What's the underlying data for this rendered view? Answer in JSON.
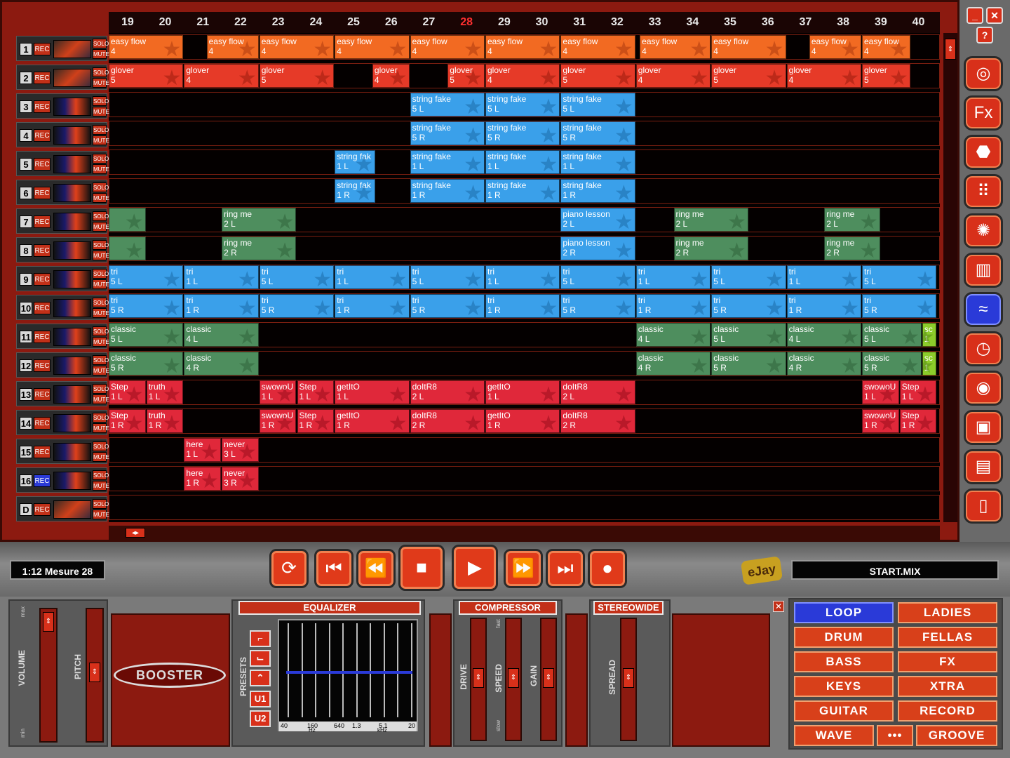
{
  "timeline": {
    "beats": [
      "19",
      "20",
      "21",
      "22",
      "23",
      "24",
      "25",
      "26",
      "27",
      "28",
      "29",
      "30",
      "31",
      "32",
      "33",
      "34",
      "35",
      "36",
      "37",
      "38",
      "39",
      "40"
    ],
    "current": "28"
  },
  "tracks": [
    {
      "num": "1",
      "rec": "REC",
      "solo": "SOLO",
      "mute": "MUTE",
      "rec_on": false
    },
    {
      "num": "2",
      "rec": "REC",
      "solo": "SOLO",
      "mute": "MUTE",
      "rec_on": false
    },
    {
      "num": "3",
      "rec": "REC",
      "solo": "SOLO",
      "mute": "MUTE",
      "rec_on": false
    },
    {
      "num": "4",
      "rec": "REC",
      "solo": "SOLO",
      "mute": "MUTE",
      "rec_on": false
    },
    {
      "num": "5",
      "rec": "REC",
      "solo": "SOLO",
      "mute": "MUTE",
      "rec_on": false
    },
    {
      "num": "6",
      "rec": "REC",
      "solo": "SOLO",
      "mute": "MUTE",
      "rec_on": false
    },
    {
      "num": "7",
      "rec": "REC",
      "solo": "SOLO",
      "mute": "MUTE",
      "rec_on": false
    },
    {
      "num": "8",
      "rec": "REC",
      "solo": "SOLO",
      "mute": "MUTE",
      "rec_on": false
    },
    {
      "num": "9",
      "rec": "REC",
      "solo": "SOLO",
      "mute": "MUTE",
      "rec_on": false
    },
    {
      "num": "10",
      "rec": "REC",
      "solo": "SOLO",
      "mute": "MUTE",
      "rec_on": false
    },
    {
      "num": "11",
      "rec": "REC",
      "solo": "SOLO",
      "mute": "MUTE",
      "rec_on": false
    },
    {
      "num": "12",
      "rec": "REC",
      "solo": "SOLO",
      "mute": "MUTE",
      "rec_on": false
    },
    {
      "num": "13",
      "rec": "REC",
      "solo": "SOLO",
      "mute": "MUTE",
      "rec_on": false
    },
    {
      "num": "14",
      "rec": "REC",
      "solo": "SOLO",
      "mute": "MUTE",
      "rec_on": false
    },
    {
      "num": "15",
      "rec": "REC",
      "solo": "SOLO",
      "mute": "MUTE",
      "rec_on": false
    },
    {
      "num": "16",
      "rec": "REC",
      "solo": "SOLO",
      "mute": "MUTE",
      "rec_on": true
    },
    {
      "num": "D",
      "rec": "REC",
      "solo": "SOLO",
      "mute": "MUTE",
      "rec_on": false
    }
  ],
  "clips": [
    {
      "track": 0,
      "start": 0,
      "len": 2,
      "name": "easy flow",
      "sub": "4",
      "color": "orange"
    },
    {
      "track": 0,
      "start": 2.6,
      "len": 1.4,
      "name": "easy flow",
      "sub": "4",
      "color": "orange"
    },
    {
      "track": 0,
      "start": 4,
      "len": 2,
      "name": "easy flow",
      "sub": "4",
      "color": "orange"
    },
    {
      "track": 0,
      "start": 6,
      "len": 2,
      "name": "easy flow",
      "sub": "4",
      "color": "orange"
    },
    {
      "track": 0,
      "start": 8,
      "len": 2,
      "name": "easy flow",
      "sub": "4",
      "color": "orange"
    },
    {
      "track": 0,
      "start": 10,
      "len": 2,
      "name": "easy flow",
      "sub": "4",
      "color": "orange"
    },
    {
      "track": 0,
      "start": 12,
      "len": 2,
      "name": "easy flow",
      "sub": "4",
      "color": "orange"
    },
    {
      "track": 0,
      "start": 14.1,
      "len": 1.9,
      "name": "easy flow",
      "sub": "4",
      "color": "orange"
    },
    {
      "track": 0,
      "start": 16,
      "len": 2,
      "name": "easy flow",
      "sub": "4",
      "color": "orange"
    },
    {
      "track": 0,
      "start": 18.6,
      "len": 1.4,
      "name": "easy flow",
      "sub": "4",
      "color": "orange"
    },
    {
      "track": 0,
      "start": 20,
      "len": 1.3,
      "name": "easy flow",
      "sub": "4",
      "color": "orange"
    },
    {
      "track": 1,
      "start": 0,
      "len": 2,
      "name": "glover",
      "sub": "5",
      "color": "red"
    },
    {
      "track": 1,
      "start": 2,
      "len": 2,
      "name": "glover",
      "sub": "4",
      "color": "red"
    },
    {
      "track": 1,
      "start": 4,
      "len": 2,
      "name": "glover",
      "sub": "5",
      "color": "red"
    },
    {
      "track": 1,
      "start": 7,
      "len": 1,
      "name": "glover",
      "sub": "4",
      "color": "red"
    },
    {
      "track": 1,
      "start": 9,
      "len": 1,
      "name": "glover",
      "sub": "5",
      "color": "red"
    },
    {
      "track": 1,
      "start": 10,
      "len": 2,
      "name": "glover",
      "sub": "4",
      "color": "red"
    },
    {
      "track": 1,
      "start": 12,
      "len": 2,
      "name": "glover",
      "sub": "5",
      "color": "red"
    },
    {
      "track": 1,
      "start": 14,
      "len": 2,
      "name": "glover",
      "sub": "4",
      "color": "red"
    },
    {
      "track": 1,
      "start": 16,
      "len": 2,
      "name": "glover",
      "sub": "5",
      "color": "red"
    },
    {
      "track": 1,
      "start": 18,
      "len": 2,
      "name": "glover",
      "sub": "4",
      "color": "red"
    },
    {
      "track": 1,
      "start": 20,
      "len": 1.3,
      "name": "glover",
      "sub": "5",
      "color": "red"
    },
    {
      "track": 2,
      "start": 8,
      "len": 2,
      "name": "string fake",
      "sub": "5 L",
      "color": "blue"
    },
    {
      "track": 2,
      "start": 10,
      "len": 2,
      "name": "string fake",
      "sub": "5 L",
      "color": "blue"
    },
    {
      "track": 2,
      "start": 12,
      "len": 2,
      "name": "string fake",
      "sub": "5 L",
      "color": "blue"
    },
    {
      "track": 3,
      "start": 8,
      "len": 2,
      "name": "string fake",
      "sub": "5 R",
      "color": "blue"
    },
    {
      "track": 3,
      "start": 10,
      "len": 2,
      "name": "string fake",
      "sub": "5 R",
      "color": "blue"
    },
    {
      "track": 3,
      "start": 12,
      "len": 2,
      "name": "string fake",
      "sub": "5 R",
      "color": "blue"
    },
    {
      "track": 4,
      "start": 6,
      "len": 1.1,
      "name": "string fak",
      "sub": "1 L",
      "color": "blue"
    },
    {
      "track": 4,
      "start": 8,
      "len": 2,
      "name": "string fake",
      "sub": "1 L",
      "color": "blue"
    },
    {
      "track": 4,
      "start": 10,
      "len": 2,
      "name": "string fake",
      "sub": "1 L",
      "color": "blue"
    },
    {
      "track": 4,
      "start": 12,
      "len": 2,
      "name": "string fake",
      "sub": "1 L",
      "color": "blue"
    },
    {
      "track": 5,
      "start": 6,
      "len": 1.1,
      "name": "string fak",
      "sub": "1 R",
      "color": "blue"
    },
    {
      "track": 5,
      "start": 8,
      "len": 2,
      "name": "string fake",
      "sub": "1 R",
      "color": "blue"
    },
    {
      "track": 5,
      "start": 10,
      "len": 2,
      "name": "string fake",
      "sub": "1 R",
      "color": "blue"
    },
    {
      "track": 5,
      "start": 12,
      "len": 2,
      "name": "string fake",
      "sub": "1 R",
      "color": "blue"
    },
    {
      "track": 6,
      "start": 0,
      "len": 1,
      "name": "",
      "sub": "",
      "color": "green"
    },
    {
      "track": 6,
      "start": 3,
      "len": 2,
      "name": "ring me",
      "sub": "2 L",
      "color": "green"
    },
    {
      "track": 6,
      "start": 12,
      "len": 2,
      "name": "piano lesson",
      "sub": "2 L",
      "color": "blue"
    },
    {
      "track": 6,
      "start": 15,
      "len": 2,
      "name": "ring me",
      "sub": "2 L",
      "color": "green"
    },
    {
      "track": 6,
      "start": 19,
      "len": 1.5,
      "name": "ring me",
      "sub": "2 L",
      "color": "green"
    },
    {
      "track": 7,
      "start": 0,
      "len": 1,
      "name": "",
      "sub": "",
      "color": "green"
    },
    {
      "track": 7,
      "start": 3,
      "len": 2,
      "name": "ring me",
      "sub": "2 R",
      "color": "green"
    },
    {
      "track": 7,
      "start": 12,
      "len": 2,
      "name": "piano lesson",
      "sub": "2 R",
      "color": "blue"
    },
    {
      "track": 7,
      "start": 15,
      "len": 2,
      "name": "ring me",
      "sub": "2 R",
      "color": "green"
    },
    {
      "track": 7,
      "start": 19,
      "len": 1.5,
      "name": "ring me",
      "sub": "2 R",
      "color": "green"
    },
    {
      "track": 8,
      "start": 0,
      "len": 2,
      "name": "tri",
      "sub": "5 L",
      "color": "blue"
    },
    {
      "track": 8,
      "start": 2,
      "len": 2,
      "name": "tri",
      "sub": "1 L",
      "color": "blue"
    },
    {
      "track": 8,
      "start": 4,
      "len": 2,
      "name": "tri",
      "sub": "5 L",
      "color": "blue"
    },
    {
      "track": 8,
      "start": 6,
      "len": 2,
      "name": "tri",
      "sub": "1 L",
      "color": "blue"
    },
    {
      "track": 8,
      "start": 8,
      "len": 2,
      "name": "tri",
      "sub": "5 L",
      "color": "blue"
    },
    {
      "track": 8,
      "start": 10,
      "len": 2,
      "name": "tri",
      "sub": "1 L",
      "color": "blue"
    },
    {
      "track": 8,
      "start": 12,
      "len": 2,
      "name": "tri",
      "sub": "5 L",
      "color": "blue"
    },
    {
      "track": 8,
      "start": 14,
      "len": 2,
      "name": "tri",
      "sub": "1 L",
      "color": "blue"
    },
    {
      "track": 8,
      "start": 16,
      "len": 2,
      "name": "tri",
      "sub": "5 L",
      "color": "blue"
    },
    {
      "track": 8,
      "start": 18,
      "len": 2,
      "name": "tri",
      "sub": "1 L",
      "color": "blue"
    },
    {
      "track": 8,
      "start": 20,
      "len": 2,
      "name": "tri",
      "sub": "5 L",
      "color": "blue"
    },
    {
      "track": 9,
      "start": 0,
      "len": 2,
      "name": "tri",
      "sub": "5 R",
      "color": "blue"
    },
    {
      "track": 9,
      "start": 2,
      "len": 2,
      "name": "tri",
      "sub": "1 R",
      "color": "blue"
    },
    {
      "track": 9,
      "start": 4,
      "len": 2,
      "name": "tri",
      "sub": "5 R",
      "color": "blue"
    },
    {
      "track": 9,
      "start": 6,
      "len": 2,
      "name": "tri",
      "sub": "1 R",
      "color": "blue"
    },
    {
      "track": 9,
      "start": 8,
      "len": 2,
      "name": "tri",
      "sub": "5 R",
      "color": "blue"
    },
    {
      "track": 9,
      "start": 10,
      "len": 2,
      "name": "tri",
      "sub": "1 R",
      "color": "blue"
    },
    {
      "track": 9,
      "start": 12,
      "len": 2,
      "name": "tri",
      "sub": "5 R",
      "color": "blue"
    },
    {
      "track": 9,
      "start": 14,
      "len": 2,
      "name": "tri",
      "sub": "1 R",
      "color": "blue"
    },
    {
      "track": 9,
      "start": 16,
      "len": 2,
      "name": "tri",
      "sub": "5 R",
      "color": "blue"
    },
    {
      "track": 9,
      "start": 18,
      "len": 2,
      "name": "tri",
      "sub": "1 R",
      "color": "blue"
    },
    {
      "track": 9,
      "start": 20,
      "len": 2,
      "name": "tri",
      "sub": "5 R",
      "color": "blue"
    },
    {
      "track": 10,
      "start": 0,
      "len": 2,
      "name": "classic",
      "sub": "5 L",
      "color": "green"
    },
    {
      "track": 10,
      "start": 2,
      "len": 2,
      "name": "classic",
      "sub": "4 L",
      "color": "green"
    },
    {
      "track": 10,
      "start": 14,
      "len": 2,
      "name": "classic",
      "sub": "4 L",
      "color": "green"
    },
    {
      "track": 10,
      "start": 16,
      "len": 2,
      "name": "classic",
      "sub": "5 L",
      "color": "green"
    },
    {
      "track": 10,
      "start": 18,
      "len": 2,
      "name": "classic",
      "sub": "4 L",
      "color": "green"
    },
    {
      "track": 10,
      "start": 20,
      "len": 1.6,
      "name": "classic",
      "sub": "5 L",
      "color": "green"
    },
    {
      "track": 10,
      "start": 21.6,
      "len": 0.4,
      "name": "sc",
      "sub": "1",
      "color": "lime"
    },
    {
      "track": 11,
      "start": 0,
      "len": 2,
      "name": "classic",
      "sub": "5 R",
      "color": "green"
    },
    {
      "track": 11,
      "start": 2,
      "len": 2,
      "name": "classic",
      "sub": "4 R",
      "color": "green"
    },
    {
      "track": 11,
      "start": 14,
      "len": 2,
      "name": "classic",
      "sub": "4 R",
      "color": "green"
    },
    {
      "track": 11,
      "start": 16,
      "len": 2,
      "name": "classic",
      "sub": "5 R",
      "color": "green"
    },
    {
      "track": 11,
      "start": 18,
      "len": 2,
      "name": "classic",
      "sub": "4 R",
      "color": "green"
    },
    {
      "track": 11,
      "start": 20,
      "len": 1.6,
      "name": "classic",
      "sub": "5 R",
      "color": "green"
    },
    {
      "track": 11,
      "start": 21.6,
      "len": 0.4,
      "name": "sc",
      "sub": "1",
      "color": "lime"
    },
    {
      "track": 12,
      "start": 0,
      "len": 1,
      "name": "Step",
      "sub": "1 L",
      "color": "crim"
    },
    {
      "track": 12,
      "start": 1,
      "len": 1,
      "name": "truth",
      "sub": "1 L",
      "color": "crim"
    },
    {
      "track": 12,
      "start": 4,
      "len": 1,
      "name": "swowoU",
      "sub": "1 L",
      "color": "crim"
    },
    {
      "track": 12,
      "start": 5,
      "len": 1,
      "name": "Step",
      "sub": "1 L",
      "color": "crim"
    },
    {
      "track": 12,
      "start": 6,
      "len": 2,
      "name": "getItO",
      "sub": "1 L",
      "color": "crim"
    },
    {
      "track": 12,
      "start": 8,
      "len": 2,
      "name": "doItR8",
      "sub": "2 L",
      "color": "crim"
    },
    {
      "track": 12,
      "start": 10,
      "len": 2,
      "name": "getItO",
      "sub": "1 L",
      "color": "crim"
    },
    {
      "track": 12,
      "start": 12,
      "len": 2,
      "name": "doItR8",
      "sub": "2 L",
      "color": "crim"
    },
    {
      "track": 12,
      "start": 20,
      "len": 1,
      "name": "swowoU",
      "sub": "1 L",
      "color": "crim"
    },
    {
      "track": 12,
      "start": 21,
      "len": 1,
      "name": "Step",
      "sub": "1 L",
      "color": "crim"
    },
    {
      "track": 13,
      "start": 0,
      "len": 1,
      "name": "Step",
      "sub": "1 R",
      "color": "crim"
    },
    {
      "track": 13,
      "start": 1,
      "len": 1,
      "name": "truth",
      "sub": "1 R",
      "color": "crim"
    },
    {
      "track": 13,
      "start": 4,
      "len": 1,
      "name": "swowoU",
      "sub": "1 R",
      "color": "crim"
    },
    {
      "track": 13,
      "start": 5,
      "len": 1,
      "name": "Step",
      "sub": "1 R",
      "color": "crim"
    },
    {
      "track": 13,
      "start": 6,
      "len": 2,
      "name": "getItO",
      "sub": "1 R",
      "color": "crim"
    },
    {
      "track": 13,
      "start": 8,
      "len": 2,
      "name": "doItR8",
      "sub": "2 R",
      "color": "crim"
    },
    {
      "track": 13,
      "start": 10,
      "len": 2,
      "name": "getItO",
      "sub": "1 R",
      "color": "crim"
    },
    {
      "track": 13,
      "start": 12,
      "len": 2,
      "name": "doItR8",
      "sub": "2 R",
      "color": "crim"
    },
    {
      "track": 13,
      "start": 20,
      "len": 1,
      "name": "swowoU",
      "sub": "1 R",
      "color": "crim"
    },
    {
      "track": 13,
      "start": 21,
      "len": 1,
      "name": "Step",
      "sub": "1 R",
      "color": "crim"
    },
    {
      "track": 14,
      "start": 2,
      "len": 1,
      "name": "here",
      "sub": "1 L",
      "color": "crim"
    },
    {
      "track": 14,
      "start": 3,
      "len": 1,
      "name": "never",
      "sub": "3 L",
      "color": "crim"
    },
    {
      "track": 15,
      "start": 2,
      "len": 1,
      "name": "here",
      "sub": "1 R",
      "color": "crim"
    },
    {
      "track": 15,
      "start": 3,
      "len": 1,
      "name": "never",
      "sub": "3 R",
      "color": "crim"
    }
  ],
  "status": {
    "position": "1:12 Mesure 28",
    "mix_name": "START.MIX",
    "logo": "eJay"
  },
  "transport": [
    {
      "name": "loop-button",
      "icon": "⟳"
    },
    {
      "name": "to-start-button",
      "icon": "⏮"
    },
    {
      "name": "rewind-button",
      "icon": "⏪"
    },
    {
      "name": "stop-button",
      "icon": "■"
    },
    {
      "name": "play-button",
      "icon": "▶"
    },
    {
      "name": "fast-forward-button",
      "icon": "⏩"
    },
    {
      "name": "to-end-button",
      "icon": "⏭"
    },
    {
      "name": "record-button",
      "icon": "●"
    }
  ],
  "right_toolbar": [
    {
      "name": "turntable-icon",
      "icon": "◎"
    },
    {
      "name": "fx-icon",
      "icon": "Fx"
    },
    {
      "name": "stop-sign-icon",
      "icon": "⬣"
    },
    {
      "name": "grid-icon",
      "icon": "⠿"
    },
    {
      "name": "aperture-icon",
      "icon": "✺"
    },
    {
      "name": "mixer-icon",
      "icon": "▥"
    },
    {
      "name": "wave-icon",
      "icon": "≈"
    },
    {
      "name": "clock-icon",
      "icon": "◷"
    },
    {
      "name": "vinyl-icon",
      "icon": "◉"
    },
    {
      "name": "window-icon",
      "icon": "▣"
    },
    {
      "name": "save-icon",
      "icon": "▤"
    },
    {
      "name": "new-file-icon",
      "icon": "▯"
    }
  ],
  "window_buttons": {
    "minimize": "_",
    "close": "✕",
    "help": "?"
  },
  "mixer": {
    "volume_label": "VOLUME",
    "pitch_label": "PITCH",
    "max": "max",
    "min": "min"
  },
  "booster": {
    "label": "BOOSTER"
  },
  "equalizer": {
    "title": "EQUALIZER",
    "presets_label": "PRESETS",
    "u1": "U1",
    "u2": "U2",
    "freqs": [
      "40",
      "160",
      "640",
      "1.3",
      "5.1",
      "20"
    ],
    "hz": "Hz",
    "khz": "kHz"
  },
  "compressor": {
    "title": "COMPRESSOR",
    "drive": "DRIVE",
    "speed": "SPEED",
    "gain": "GAIN",
    "slow": "slow",
    "fast": "fast"
  },
  "stereowide": {
    "title": "STEREOWIDE",
    "spread": "SPREAD"
  },
  "close_fx": "✕",
  "categories": [
    {
      "label": "LOOP",
      "selected": true
    },
    {
      "label": "LADIES",
      "selected": false
    },
    {
      "label": "DRUM",
      "selected": false
    },
    {
      "label": "FELLAS",
      "selected": false
    },
    {
      "label": "BASS",
      "selected": false
    },
    {
      "label": "FX",
      "selected": false
    },
    {
      "label": "KEYS",
      "selected": false
    },
    {
      "label": "XTRA",
      "selected": false
    },
    {
      "label": "GUITAR",
      "selected": false
    },
    {
      "label": "RECORD",
      "selected": false
    },
    {
      "label": "WAVE",
      "selected": false
    },
    {
      "label": "•••",
      "selected": false
    },
    {
      "label": "GROOVE",
      "selected": false
    }
  ],
  "colors": {
    "orange": "#f26a22",
    "red": "#e63a28",
    "blue": "#3aa0ea",
    "green": "#4e8e5e",
    "crimson": "#e0283a",
    "lime": "#8ccc2a",
    "accent": "#d8301a",
    "selected": "#2a3ad8"
  }
}
